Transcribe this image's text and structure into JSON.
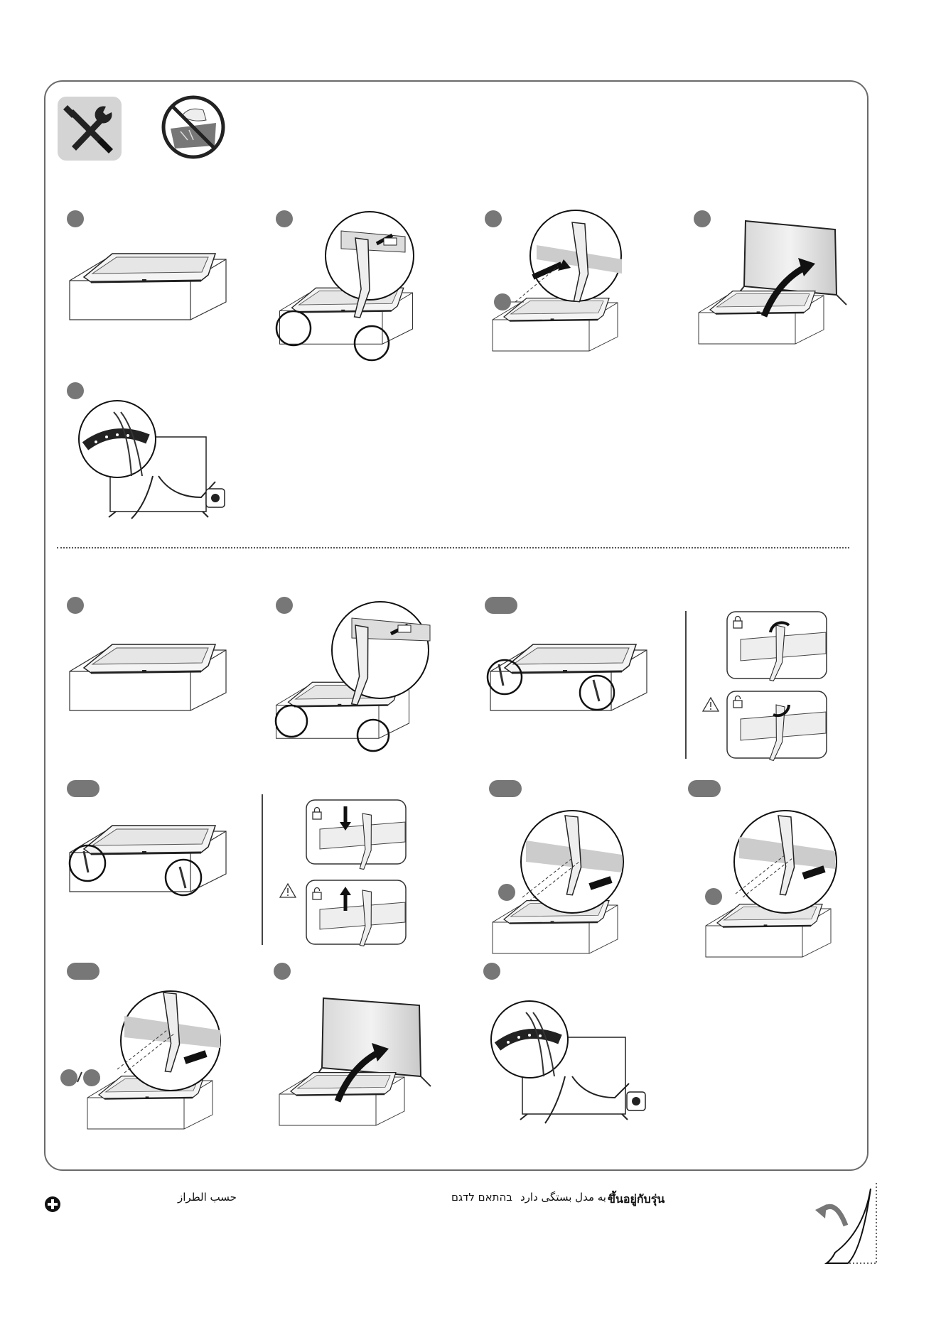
{
  "footer": {
    "note_arabic": "حسب الطراز",
    "note_hebrew": "בהתאם לדגם",
    "note_persian": "به مدل بستگی دارد",
    "note_thai": "ขึ้นอยู่กับรุ่น"
  },
  "icons": {
    "tools": "screwdriver-wrench-icon",
    "no_scratch": "no-scratch-surface-icon",
    "model_dependent": "plus-circle-icon",
    "turn_page": "page-turn-icon"
  },
  "colors": {
    "badge": "#777777",
    "frame": "#6a6a6a",
    "tool_bg": "#d4d4d4"
  }
}
